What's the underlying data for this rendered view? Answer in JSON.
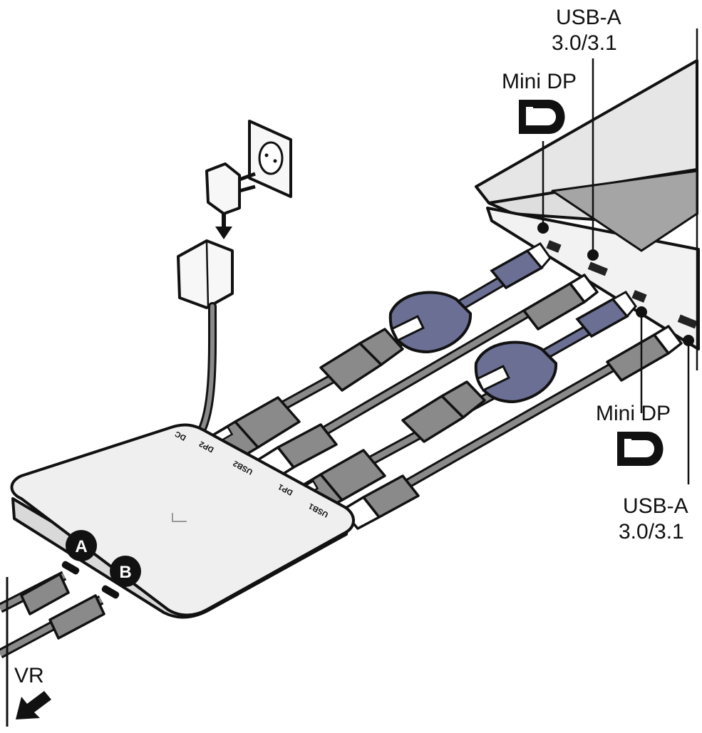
{
  "labels": {
    "top_usb_a_line1": "USB-A",
    "top_usb_a_line2": "3.0/3.1",
    "top_mini_dp": "Mini DP",
    "bottom_mini_dp": "Mini DP",
    "bottom_usb_a_line1": "USB-A",
    "bottom_usb_a_line2": "3.0/3.1",
    "vr": "VR"
  },
  "hub_ports": {
    "dc": "DC",
    "dp2": "DP2",
    "usb2": "USB2",
    "dp1": "DP1",
    "usb1": "USB1"
  },
  "badges": {
    "a": "A",
    "b": "B"
  },
  "logos": {
    "dp_top": "DP",
    "dp_bottom": "DP"
  },
  "colors": {
    "outline": "#111111",
    "cable_gray": "#8a8a8a",
    "adapter_blue": "#6b6f94",
    "hub_body": "#efefef",
    "laptop_body": "#e4e4e4"
  }
}
